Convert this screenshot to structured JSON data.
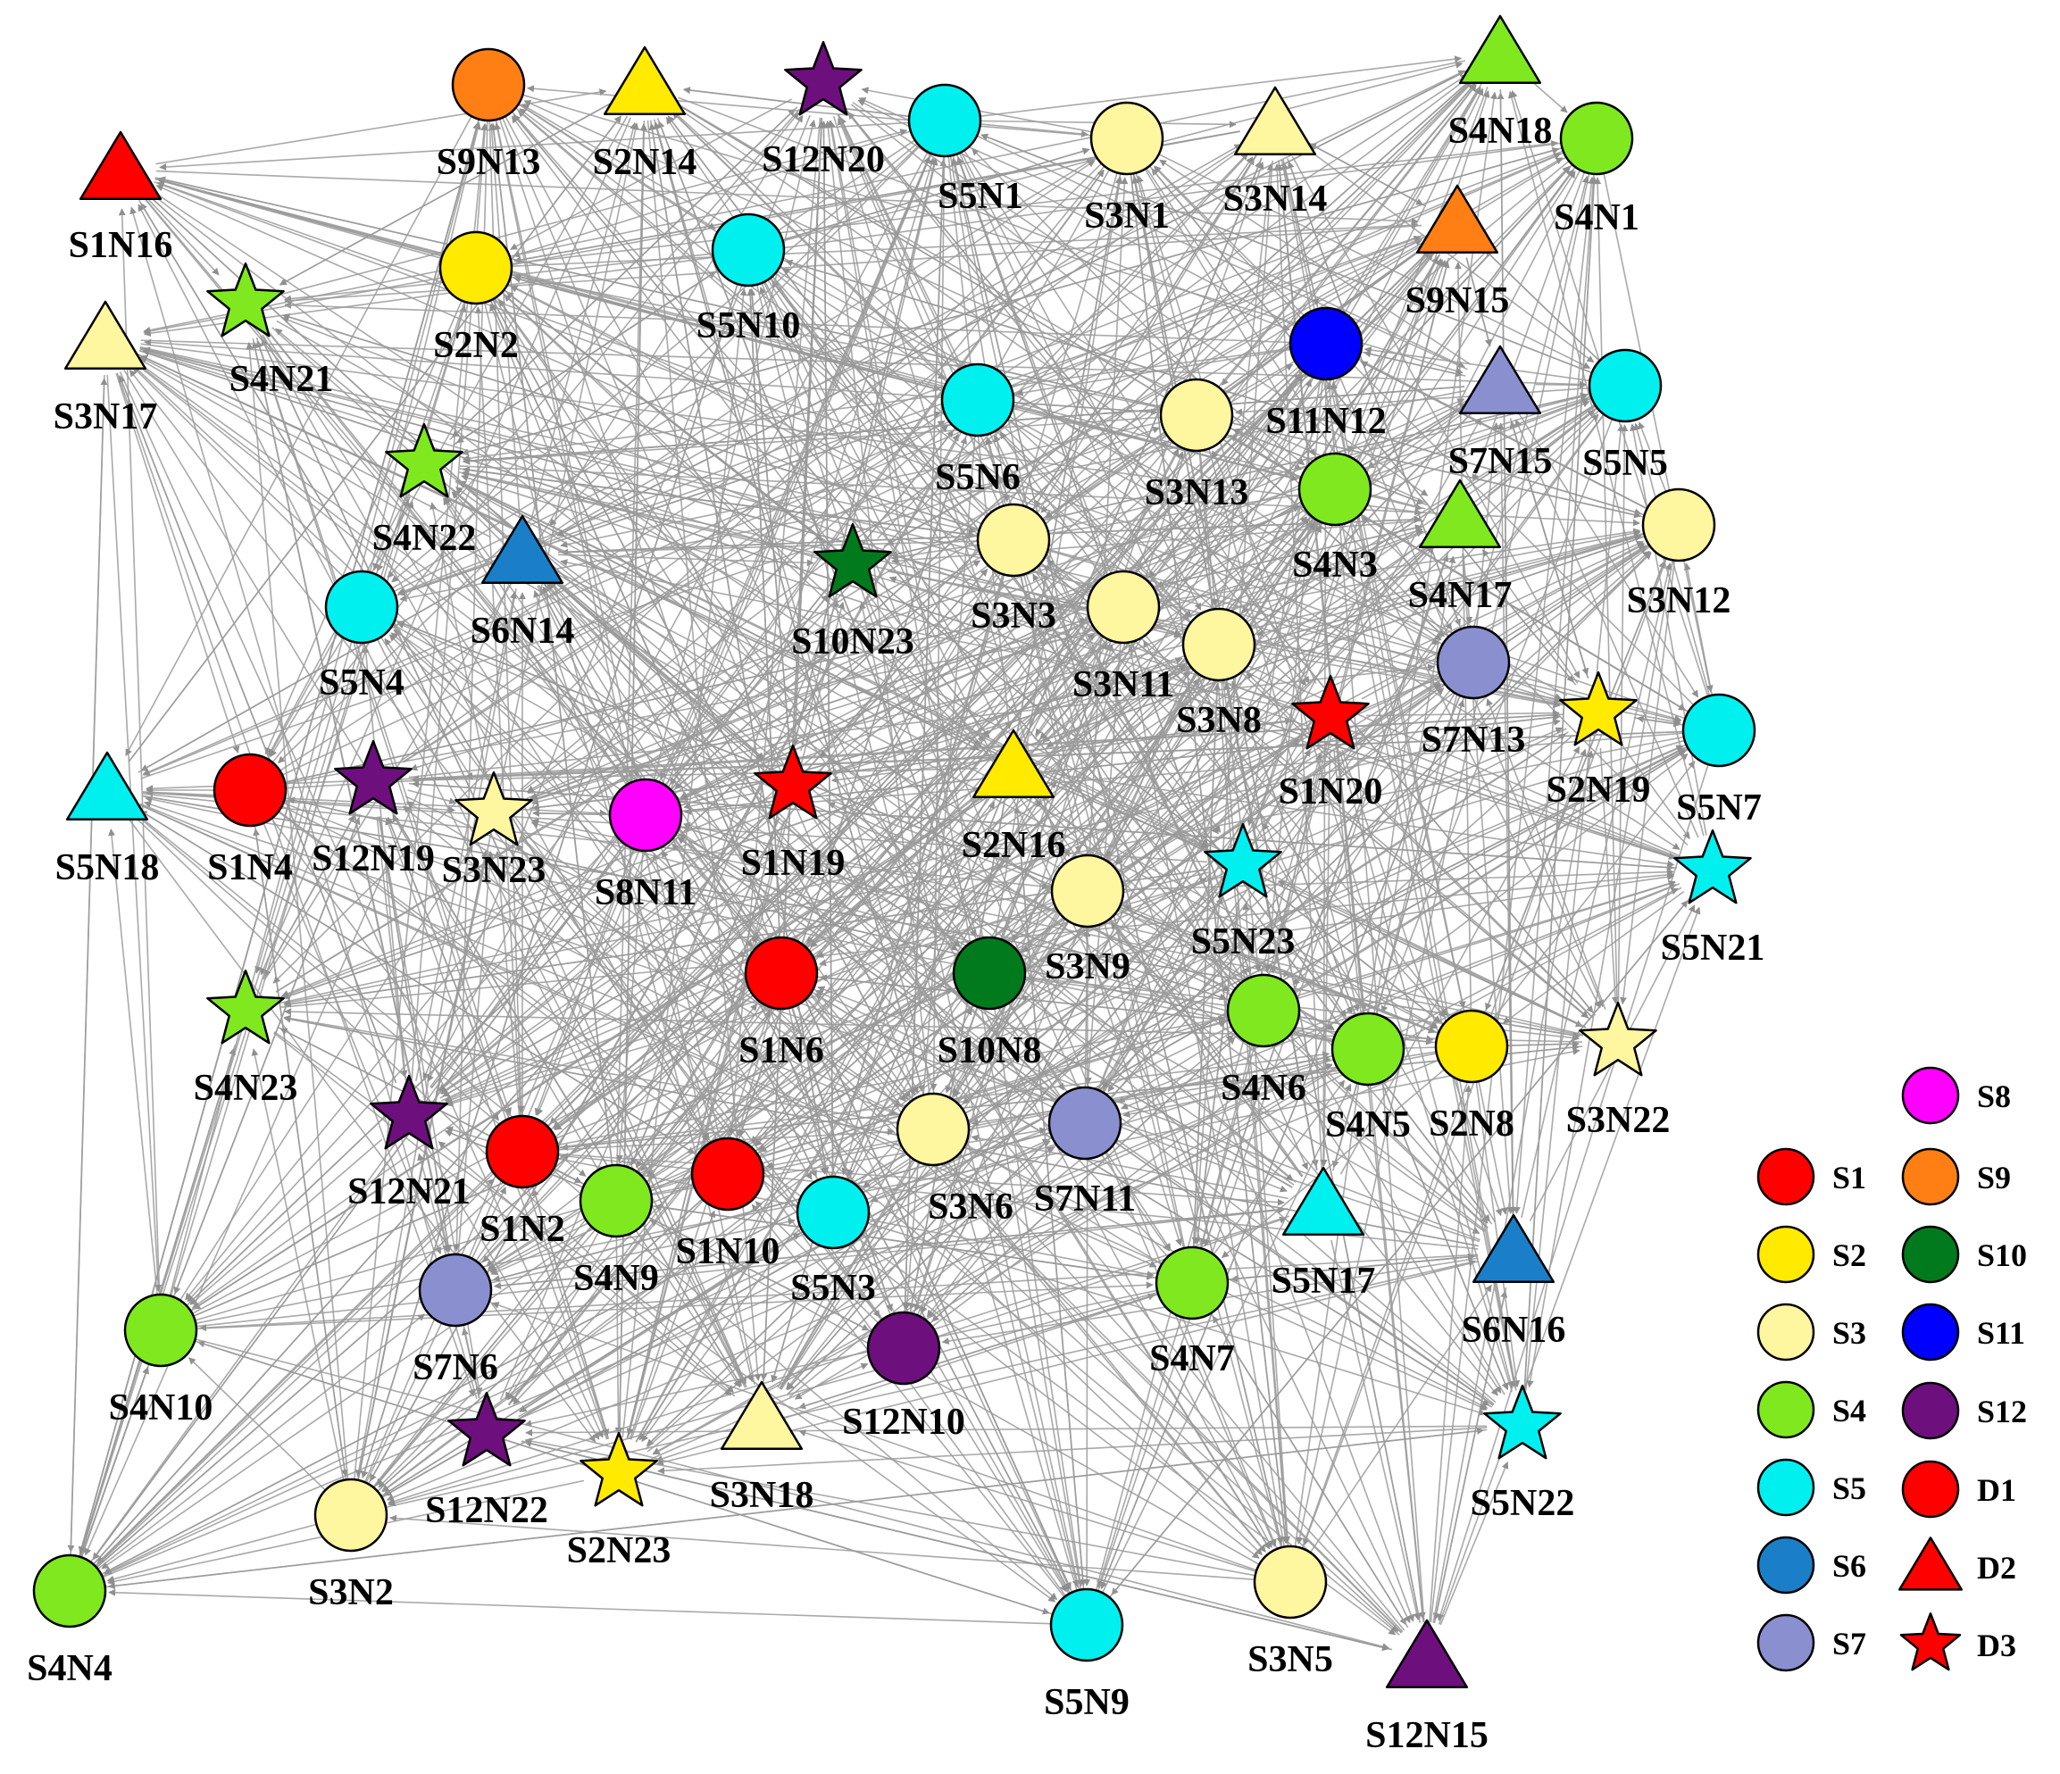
{
  "colors": {
    "S1": "#ff0000",
    "S2": "#ffea00",
    "S3": "#fff6a0",
    "S4": "#7fe81f",
    "S5": "#00f0f0",
    "S6": "#1a7fc8",
    "S7": "#8a8fd0",
    "S8": "#ff00ff",
    "S9": "#ff7f15",
    "S10": "#007a1c",
    "S11": "#0000ff",
    "S12": "#6d0f7d",
    "D": "#ff0000",
    "edge": "#9a9a9a",
    "stroke": "#000000"
  },
  "legend": {
    "groups": [
      "S1",
      "S2",
      "S3",
      "S4",
      "S5",
      "S6",
      "S7",
      "S8",
      "S9",
      "S10",
      "S11",
      "S12"
    ],
    "shapes": [
      {
        "label": "D1",
        "shape": "circle"
      },
      {
        "label": "D2",
        "shape": "triangle"
      },
      {
        "label": "D3",
        "shape": "star"
      }
    ]
  },
  "nodes": [
    {
      "id": "S9N13",
      "group": "S9",
      "shape": "circle"
    },
    {
      "id": "S2N14",
      "group": "S2",
      "shape": "triangle"
    },
    {
      "id": "S12N20",
      "group": "S12",
      "shape": "star"
    },
    {
      "id": "S5N1",
      "group": "S5",
      "shape": "circle"
    },
    {
      "id": "S3N1",
      "group": "S3",
      "shape": "circle"
    },
    {
      "id": "S3N14",
      "group": "S3",
      "shape": "triangle"
    },
    {
      "id": "S4N18",
      "group": "S4",
      "shape": "triangle"
    },
    {
      "id": "S4N1",
      "group": "S4",
      "shape": "circle"
    },
    {
      "id": "S1N16",
      "group": "S1",
      "shape": "triangle"
    },
    {
      "id": "S3N17",
      "group": "S3",
      "shape": "triangle"
    },
    {
      "id": "S4N21",
      "group": "S4",
      "shape": "star"
    },
    {
      "id": "S2N2",
      "group": "S2",
      "shape": "circle"
    },
    {
      "id": "S5N10",
      "group": "S5",
      "shape": "circle"
    },
    {
      "id": "S9N15",
      "group": "S9",
      "shape": "triangle"
    },
    {
      "id": "S11N12",
      "group": "S11",
      "shape": "circle"
    },
    {
      "id": "S7N15",
      "group": "S7",
      "shape": "triangle"
    },
    {
      "id": "S5N5",
      "group": "S5",
      "shape": "circle"
    },
    {
      "id": "S4N22",
      "group": "S4",
      "shape": "star"
    },
    {
      "id": "S5N6",
      "group": "S5",
      "shape": "circle"
    },
    {
      "id": "S3N13",
      "group": "S3",
      "shape": "circle"
    },
    {
      "id": "S4N3",
      "group": "S4",
      "shape": "circle"
    },
    {
      "id": "S4N17",
      "group": "S4",
      "shape": "triangle"
    },
    {
      "id": "S3N12",
      "group": "S3",
      "shape": "circle"
    },
    {
      "id": "S6N14",
      "group": "S6",
      "shape": "triangle"
    },
    {
      "id": "S5N4",
      "group": "S5",
      "shape": "circle"
    },
    {
      "id": "S10N23",
      "group": "S10",
      "shape": "star"
    },
    {
      "id": "S3N3",
      "group": "S3",
      "shape": "circle"
    },
    {
      "id": "S3N11",
      "group": "S3",
      "shape": "circle"
    },
    {
      "id": "S3N8",
      "group": "S3",
      "shape": "circle"
    },
    {
      "id": "S7N13",
      "group": "S7",
      "shape": "circle"
    },
    {
      "id": "S1N20",
      "group": "S1",
      "shape": "star"
    },
    {
      "id": "S2N19",
      "group": "S2",
      "shape": "star"
    },
    {
      "id": "S5N7",
      "group": "S5",
      "shape": "circle"
    },
    {
      "id": "S5N18",
      "group": "S5",
      "shape": "triangle"
    },
    {
      "id": "S1N4",
      "group": "S1",
      "shape": "circle"
    },
    {
      "id": "S12N19",
      "group": "S12",
      "shape": "star"
    },
    {
      "id": "S3N23",
      "group": "S3",
      "shape": "star"
    },
    {
      "id": "S8N11",
      "group": "S8",
      "shape": "circle"
    },
    {
      "id": "S1N19",
      "group": "S1",
      "shape": "star"
    },
    {
      "id": "S2N16",
      "group": "S2",
      "shape": "triangle"
    },
    {
      "id": "S3N9",
      "group": "S3",
      "shape": "circle"
    },
    {
      "id": "S5N23",
      "group": "S5",
      "shape": "star"
    },
    {
      "id": "S5N21",
      "group": "S5",
      "shape": "star"
    },
    {
      "id": "S4N23",
      "group": "S4",
      "shape": "star"
    },
    {
      "id": "S1N6",
      "group": "S1",
      "shape": "circle"
    },
    {
      "id": "S10N8",
      "group": "S10",
      "shape": "circle"
    },
    {
      "id": "S4N6",
      "group": "S4",
      "shape": "circle"
    },
    {
      "id": "S4N5",
      "group": "S4",
      "shape": "circle"
    },
    {
      "id": "S2N8",
      "group": "S2",
      "shape": "circle"
    },
    {
      "id": "S3N22",
      "group": "S3",
      "shape": "star"
    },
    {
      "id": "S12N21",
      "group": "S12",
      "shape": "star"
    },
    {
      "id": "S1N2",
      "group": "S1",
      "shape": "circle"
    },
    {
      "id": "S4N9",
      "group": "S4",
      "shape": "circle"
    },
    {
      "id": "S1N10",
      "group": "S1",
      "shape": "circle"
    },
    {
      "id": "S5N3",
      "group": "S5",
      "shape": "circle"
    },
    {
      "id": "S3N6",
      "group": "S3",
      "shape": "circle"
    },
    {
      "id": "S7N11",
      "group": "S7",
      "shape": "circle"
    },
    {
      "id": "S5N17",
      "group": "S5",
      "shape": "triangle"
    },
    {
      "id": "S6N16",
      "group": "S6",
      "shape": "triangle"
    },
    {
      "id": "S4N10",
      "group": "S4",
      "shape": "circle"
    },
    {
      "id": "S7N6",
      "group": "S7",
      "shape": "circle"
    },
    {
      "id": "S12N10",
      "group": "S12",
      "shape": "circle"
    },
    {
      "id": "S4N7",
      "group": "S4",
      "shape": "circle"
    },
    {
      "id": "S12N22",
      "group": "S12",
      "shape": "star"
    },
    {
      "id": "S3N18",
      "group": "S3",
      "shape": "triangle"
    },
    {
      "id": "S2N23",
      "group": "S2",
      "shape": "star"
    },
    {
      "id": "S5N22",
      "group": "S5",
      "shape": "star"
    },
    {
      "id": "S3N2",
      "group": "S3",
      "shape": "circle"
    },
    {
      "id": "S4N4",
      "group": "S4",
      "shape": "circle"
    },
    {
      "id": "S5N9",
      "group": "S5",
      "shape": "circle"
    },
    {
      "id": "S3N5",
      "group": "S3",
      "shape": "circle"
    },
    {
      "id": "S12N15",
      "group": "S12",
      "shape": "triangle"
    }
  ]
}
